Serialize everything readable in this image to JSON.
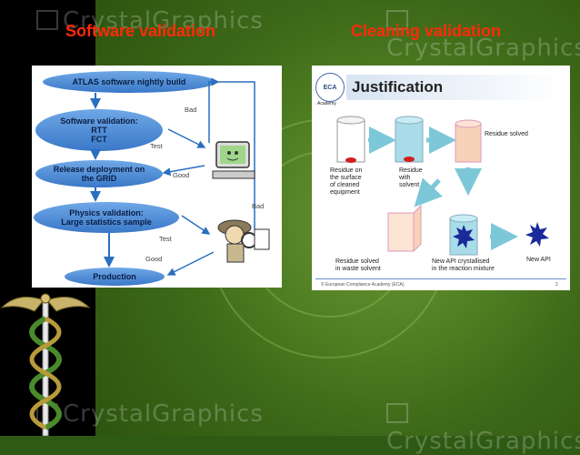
{
  "titles": {
    "left": "Software validation",
    "right": "Cleaning validation"
  },
  "watermark": "CrystalGraphics",
  "software_flow": {
    "steps": [
      "ATLAS software nightly build",
      "Software validation:",
      "RTT",
      "FCT",
      "Release deployment on",
      "the GRID",
      "Physics validation:",
      "Large statistics sample",
      "Production"
    ],
    "arrow_labels": {
      "bad1": "Bad",
      "test1": "Test",
      "good1": "Good",
      "bad2": "Bad",
      "test2": "Test",
      "good2": "Good"
    }
  },
  "cleaning_slide": {
    "logo": "ECA",
    "logo_sub": "Academy",
    "heading": "Justification",
    "residue_solved": "Residue solved",
    "residue_surface": [
      "Residue on",
      "the surface",
      "of cleaned",
      "equipment"
    ],
    "residue_solvent": [
      "Residue",
      "with",
      "solvent"
    ],
    "residue_waste": [
      "Residue solved",
      "in waste solvent"
    ],
    "api_crystallised": [
      "New API crystallised",
      "in the reaction mixture"
    ],
    "new_api": "New API",
    "footer": "© European Compliance Academy (ECA)",
    "page": "2"
  },
  "colors": {
    "title": "#ff2a0a",
    "flow_blue": "#4a86d4",
    "cyl": "#a8dce8",
    "crate": "#f8d2b8"
  }
}
